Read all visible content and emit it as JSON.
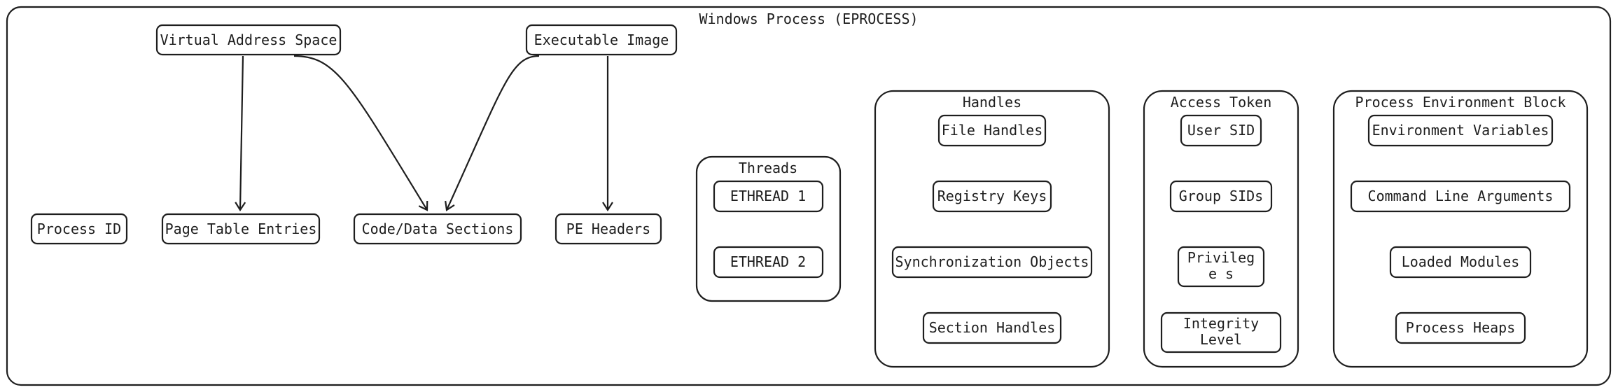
{
  "container": {
    "title": "Windows Process (EPROCESS)"
  },
  "nodes": {
    "virtual_address_space": "Virtual Address Space",
    "executable_image": "Executable Image",
    "process_id": "Process ID",
    "page_table_entries": "Page Table Entries",
    "code_data_sections": "Code/Data Sections",
    "pe_headers": "PE Headers"
  },
  "groups": {
    "threads": {
      "title": "Threads",
      "items": [
        "ETHREAD 1",
        "ETHREAD 2"
      ]
    },
    "handles": {
      "title": "Handles",
      "items": [
        "File Handles",
        "Registry Keys",
        "Synchronization Objects",
        "Section Handles"
      ]
    },
    "access_token": {
      "title": "Access Token",
      "items": [
        "User SID",
        "Group SIDs",
        "Privilege s",
        "Integrity Level"
      ]
    },
    "peb": {
      "title": "Process Environment Block",
      "items": [
        "Environment Variables",
        "Command Line Arguments",
        "Loaded Modules",
        "Process Heaps"
      ]
    }
  },
  "edges": [
    {
      "from": "Virtual Address Space",
      "to": "Page Table Entries"
    },
    {
      "from": "Virtual Address Space",
      "to": "Code/Data Sections"
    },
    {
      "from": "Executable Image",
      "to": "Code/Data Sections"
    },
    {
      "from": "Executable Image",
      "to": "PE Headers"
    }
  ]
}
